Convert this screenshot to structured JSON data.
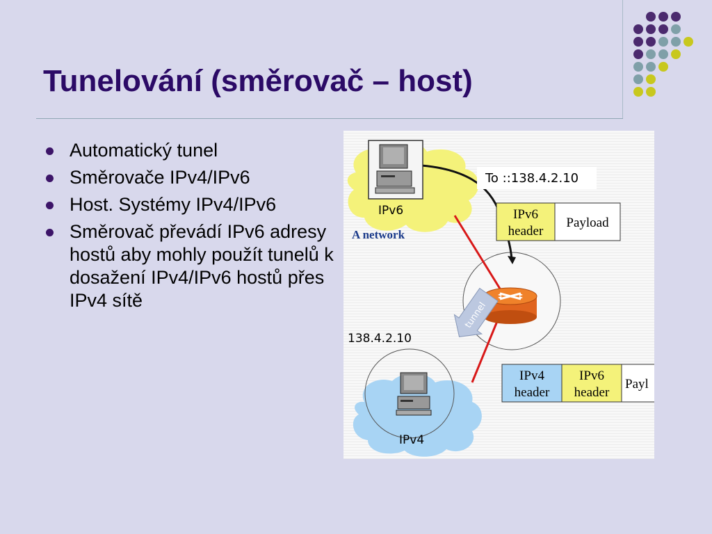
{
  "slide": {
    "title": "Tunelování (směrovač – host)",
    "bullets": [
      "Automatický tunel",
      "Směrovače IPv4/IPv6",
      "Host. Systémy IPv4/IPv6",
      "Směrovač převádí IPv6 adresy hostů aby mohly použít tunelů k dosažení IPv4/IPv6 hostů přes IPv4 sítě"
    ]
  },
  "figure": {
    "to_label": "To ::138.4.2.10",
    "ipv6_cloud_label": "IPv6",
    "network_label": "A network",
    "packet_top": {
      "header": "IPv6\nheader",
      "header_line1": "IPv6",
      "header_line2": "header",
      "payload": "Payload"
    },
    "address_label": "138.4.2.10",
    "tunnel_label": "tunnel",
    "packet_bottom": {
      "h1_line1": "IPv4",
      "h1_line2": "header",
      "h2_line1": "IPv6",
      "h2_line2": "header",
      "payload_partial": "Payl"
    },
    "ipv4_cloud_label": "IPv4"
  },
  "colors": {
    "title": "#2b0a66",
    "bullet": "#3c1468",
    "dot_purple": "#4b2a6e",
    "dot_teal": "#7fa0a8",
    "dot_yellow": "#c8c81e",
    "ipv6_cloud": "#f4f27a",
    "ipv4_cloud": "#a8d4f4",
    "router": "#f0822a",
    "tunnel_line": "#d81818",
    "ipv6_header_box": "#f4f27a",
    "ipv4_header_box": "#a8d4f4"
  }
}
